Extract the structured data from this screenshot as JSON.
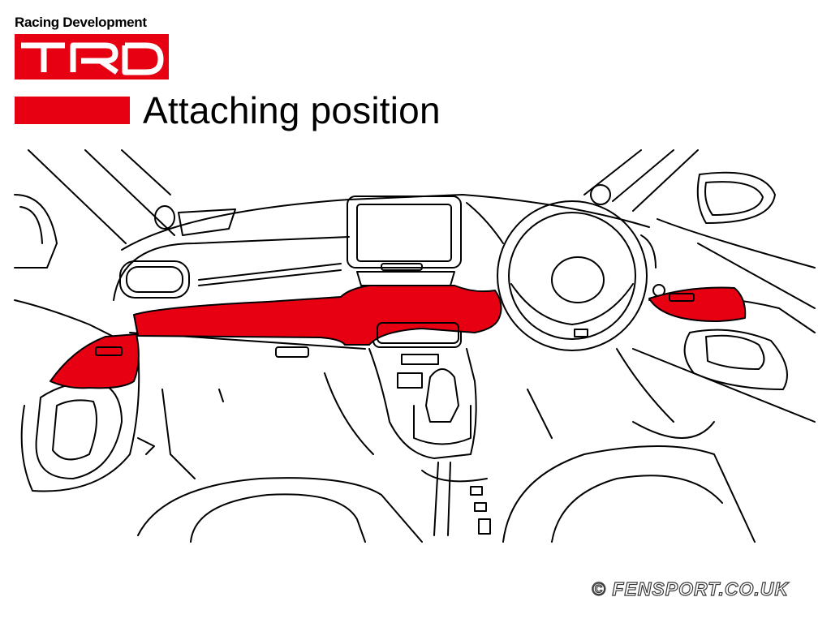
{
  "brand": {
    "tagline": "Racing Development",
    "logo_text": "TRD",
    "accent_color": "#e60012"
  },
  "legend": {
    "label": "Attaching position",
    "color": "#e60012"
  },
  "diagram": {
    "subject": "car interior dashboard line drawing",
    "highlight_color": "#e60012",
    "line_color": "#000000"
  },
  "footer": {
    "copyright": "© FENSPORT.CO.UK"
  }
}
